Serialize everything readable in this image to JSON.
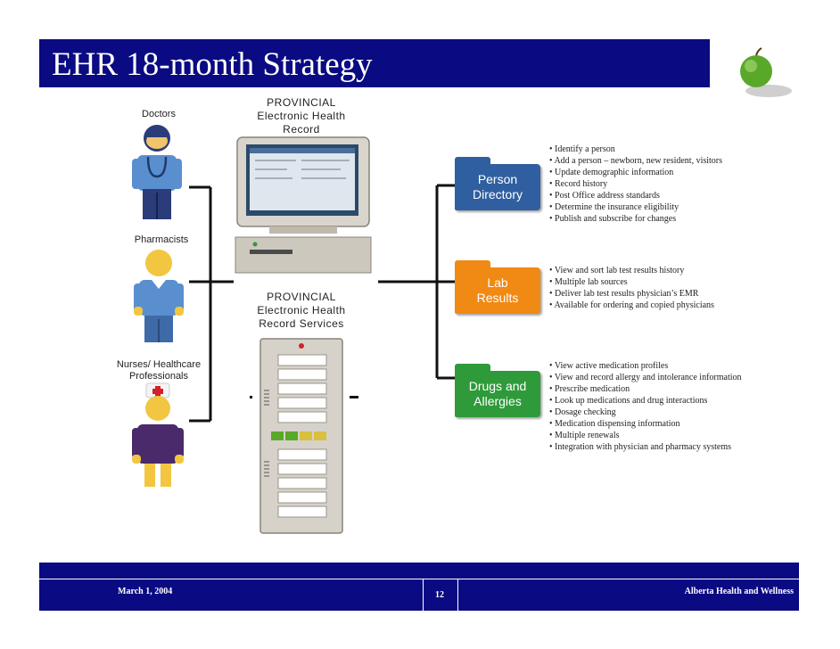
{
  "title": "EHR 18-month Strategy",
  "left_labels": {
    "doctors": "Doctors",
    "pharmacists": "Pharmacists",
    "nurses_line1": "Nurses/ Healthcare",
    "nurses_line2": "Professionals"
  },
  "center_labels": {
    "ehr_line1": "PROVINCIAL",
    "ehr_line2": "Electronic Health",
    "ehr_line3": "Record",
    "services_line1": "PROVINCIAL",
    "services_line2": "Electronic Health",
    "services_line3": "Record Services"
  },
  "folders": [
    {
      "line1": "Person",
      "line2": "Directory",
      "color": "#2f5fa0",
      "bullets": [
        "Identify a person",
        "Add a person – newborn,  new resident, visitors",
        "Update demographic information",
        "Record history",
        "Post Office address standards",
        "Determine the insurance eligibility",
        "Publish and subscribe for changes"
      ]
    },
    {
      "line1": "Lab",
      "line2": "Results",
      "color": "#f08a14",
      "bullets": [
        "View and sort lab test results history",
        "Multiple lab sources",
        "Deliver lab test results physician’s EMR",
        "Available for ordering and copied physicians"
      ]
    },
    {
      "line1": "Drugs and",
      "line2": "Allergies",
      "color": "#2e9a3a",
      "bullets": [
        "View active medication profiles",
        "View and record allergy and intolerance information",
        "Prescribe medication",
        "Look up medications and drug interactions",
        "Dosage checking",
        "Medication dispensing information",
        "Multiple renewals",
        "Integration with physician and pharmacy systems"
      ]
    }
  ],
  "footer": {
    "date": "March 1, 2004",
    "page": "12",
    "org": "Alberta Health and Wellness"
  },
  "colors": {
    "title_bar": "#0a0a82",
    "person_directory": "#2f5fa0",
    "lab_results": "#f08a14",
    "drugs_allergies": "#2e9a3a"
  },
  "icons": [
    "apple-icon",
    "doctor-figure",
    "pharmacist-figure",
    "nurse-figure",
    "computer-terminal",
    "server-rack"
  ]
}
